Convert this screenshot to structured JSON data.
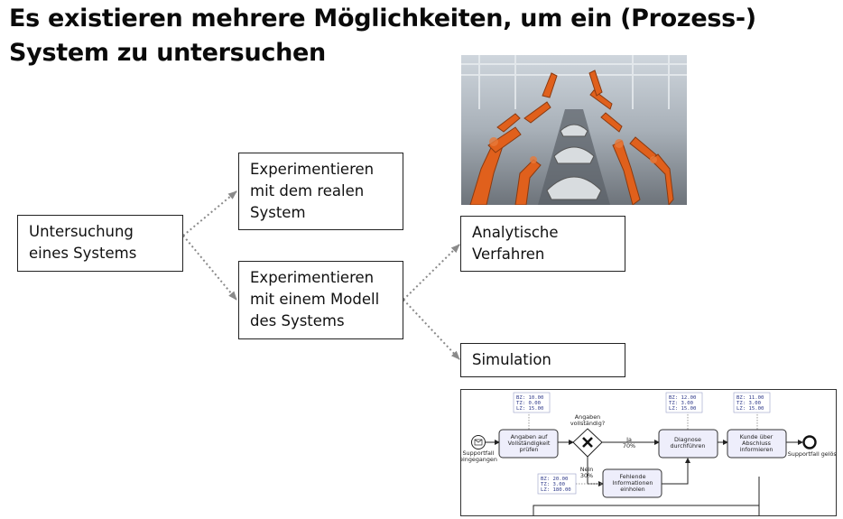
{
  "title": {
    "line1": "Es existieren mehrere Möglichkeiten, um ein (Prozess-)",
    "line2": "System zu untersuchen"
  },
  "nodes": {
    "root": "Untersuchung\neines Systems",
    "real": "Experimentieren\nmit dem realen\nSystem",
    "model": "Experimentieren\nmit einem Modell\ndes Systems",
    "analytic": "Analytische\nVerfahren",
    "simulation": "Simulation"
  },
  "bpmn": {
    "start_label_1": "Supportfall",
    "start_label_2": "eingegangen",
    "task1_l1": "Angaben auf",
    "task1_l2": "Vollständigkeit",
    "task1_l3": "prüfen",
    "gateway_l1": "Angaben",
    "gateway_l2": "vollständig?",
    "yes_l1": "Ja",
    "yes_l2": "70%",
    "no_l1": "Nein",
    "no_l2": "30%",
    "task2_l1": "Diagnose",
    "task2_l2": "durchführen",
    "task3_l1": "Kunde über",
    "task3_l2": "Abschluss",
    "task3_l3": "informieren",
    "task4_l1": "Fehlende",
    "task4_l2": "Informationen",
    "task4_l3": "einholen",
    "end_label": "Supportfall gelöst",
    "info1": [
      "BZ: 10.00",
      "TZ:  0.00",
      "LZ: 15.00"
    ],
    "info2": [
      "BZ: 12.00",
      "TZ:  3.00",
      "LZ: 15.00"
    ],
    "info3": [
      "BZ: 11.00",
      "TZ:  3.00",
      "LZ: 15.00"
    ],
    "info4": [
      "BZ: 20.00",
      "TZ:  3.00",
      "LZ: 180.00"
    ]
  },
  "colors": {
    "task_fill": "#eeeefb",
    "task_stroke": "#333333",
    "annotation_text": "#2f3a8a",
    "robot_orange": "#e0601c",
    "connector": "#8a8a8a"
  }
}
